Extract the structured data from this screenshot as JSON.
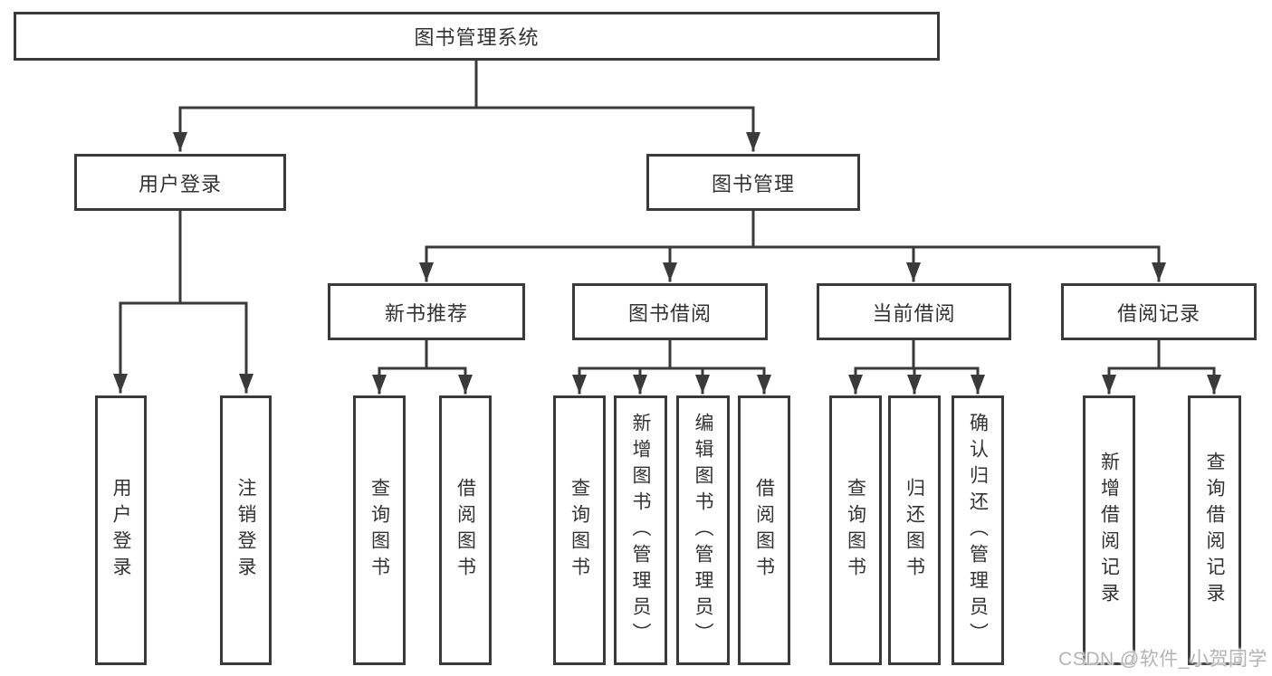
{
  "colors": {
    "line": "#3a3a3a",
    "text": "#333333",
    "bg": "#ffffff",
    "box_fill": "#ffffff",
    "watermark": "#b4b4b4"
  },
  "tree": {
    "root": {
      "label": "图书管理系统"
    },
    "branches": [
      {
        "label": "用户登录",
        "children": [
          {
            "label": "用户登录"
          },
          {
            "label": "注销登录"
          }
        ]
      },
      {
        "label": "图书管理",
        "children": [
          {
            "label": "新书推荐",
            "children": [
              {
                "label": "查询图书"
              },
              {
                "label": "借阅图书"
              }
            ]
          },
          {
            "label": "图书借阅",
            "children": [
              {
                "label": "查询图书"
              },
              {
                "label": "新增图书（管理员）"
              },
              {
                "label": "编辑图书（管理员）"
              },
              {
                "label": "借阅图书"
              }
            ]
          },
          {
            "label": "当前借阅",
            "children": [
              {
                "label": "查询图书"
              },
              {
                "label": "归还图书"
              },
              {
                "label": "确认归还（管理员）"
              }
            ]
          },
          {
            "label": "借阅记录",
            "children": [
              {
                "label": "新增借阅记录"
              },
              {
                "label": "查询借阅记录"
              }
            ]
          }
        ]
      }
    ]
  },
  "watermark": {
    "text": "CSDN @软件_小贺同学"
  }
}
